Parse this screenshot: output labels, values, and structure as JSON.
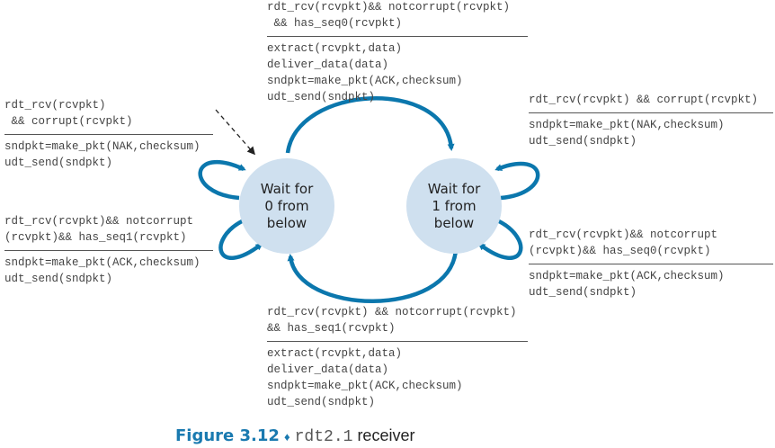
{
  "states": [
    {
      "label": "Wait for\n0 from\nbelow"
    },
    {
      "label": "Wait for\n1 from\nbelow"
    }
  ],
  "transitions": {
    "top": {
      "event": [
        "rdt_rcv(rcvpkt)&& notcorrupt(rcvpkt)",
        " && has_seq0(rcvpkt)"
      ],
      "actions": [
        "extract(rcvpkt,data)",
        "deliver_data(data)",
        "sndpkt=make_pkt(ACK,checksum)",
        "udt_send(sndpkt)"
      ]
    },
    "left_top": {
      "event": [
        "rdt_rcv(rcvpkt)",
        " && corrupt(rcvpkt)"
      ],
      "actions": [
        "sndpkt=make_pkt(NAK,checksum)",
        "udt_send(sndpkt)"
      ]
    },
    "left_bottom": {
      "event": [
        "rdt_rcv(rcvpkt)&& notcorrupt",
        "(rcvpkt)&& has_seq1(rcvpkt)"
      ],
      "actions": [
        "sndpkt=make_pkt(ACK,checksum)",
        "udt_send(sndpkt)"
      ]
    },
    "right_top": {
      "event": [
        "rdt_rcv(rcvpkt) && corrupt(rcvpkt)"
      ],
      "actions": [
        "sndpkt=make_pkt(NAK,checksum)",
        "udt_send(sndpkt)"
      ]
    },
    "right_bottom": {
      "event": [
        "rdt_rcv(rcvpkt)&& notcorrupt",
        "(rcvpkt)&& has_seq0(rcvpkt)"
      ],
      "actions": [
        "sndpkt=make_pkt(ACK,checksum)",
        "udt_send(sndpkt)"
      ]
    },
    "bottom": {
      "event": [
        "rdt_rcv(rcvpkt) && notcorrupt(rcvpkt)",
        "&& has_seq1(rcvpkt)"
      ],
      "actions": [
        "extract(rcvpkt,data)",
        "deliver_data(data)",
        "sndpkt=make_pkt(ACK,checksum)",
        "udt_send(sndpkt)"
      ]
    }
  },
  "caption": {
    "figure": "Figure 3.12",
    "separator": "♦",
    "protocol": "rdt2.1",
    "text": "receiver"
  },
  "colors": {
    "arrow": "#0b77ad",
    "state_fill": "#cfe0ef",
    "caption": "#1a7ab0"
  }
}
